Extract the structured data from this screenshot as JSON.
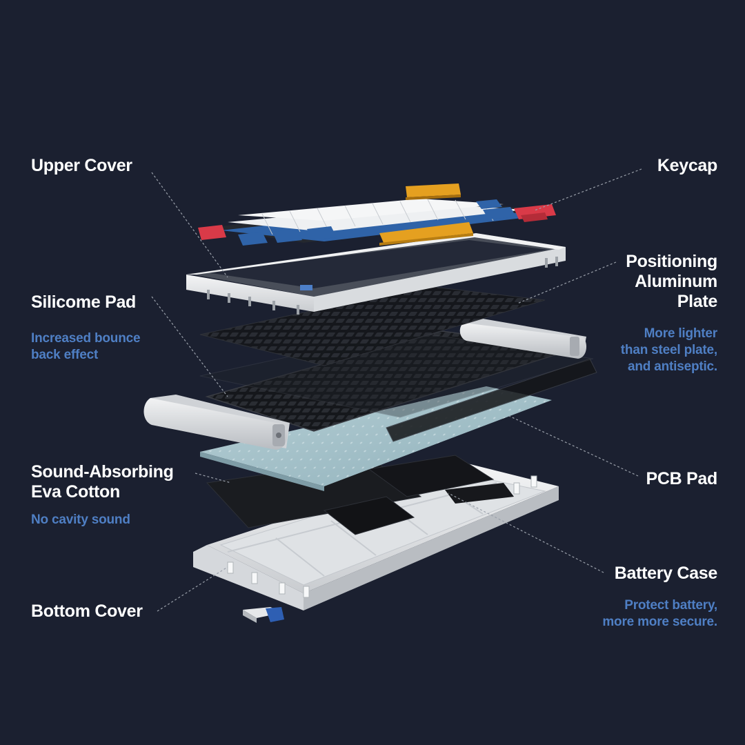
{
  "colors": {
    "background": "#1b2030",
    "label": "#ffffff",
    "note": "#4f7fc4",
    "keycap_white": "#eef0f2",
    "keycap_blue": "#2f63a8",
    "keycap_orange": "#e5a020",
    "keycap_red": "#d93a48",
    "plate_dark": "#1c1e22",
    "pcb_pad": "#a9c4cc",
    "case_white": "#e8eaec"
  },
  "labels": {
    "upper_cover": "Upper Cover",
    "keycap": "Keycap",
    "positioning_plate": "Positioning\nAluminum\nPlate",
    "silicone_pad": "Silicome Pad",
    "sound_absorbing": "Sound-Absorbing\nEva Cotton",
    "pcb_pad": "PCB Pad",
    "battery_case": "Battery Case",
    "bottom_cover": "Bottom Cover"
  },
  "notes": {
    "silicone_pad": "Increased bounce\nback effect",
    "positioning_plate": "More lighter\nthan steel plate,\nand antiseptic.",
    "sound_absorbing": "No cavity sound",
    "battery_case": "Protect battery,\nmore more secure."
  }
}
